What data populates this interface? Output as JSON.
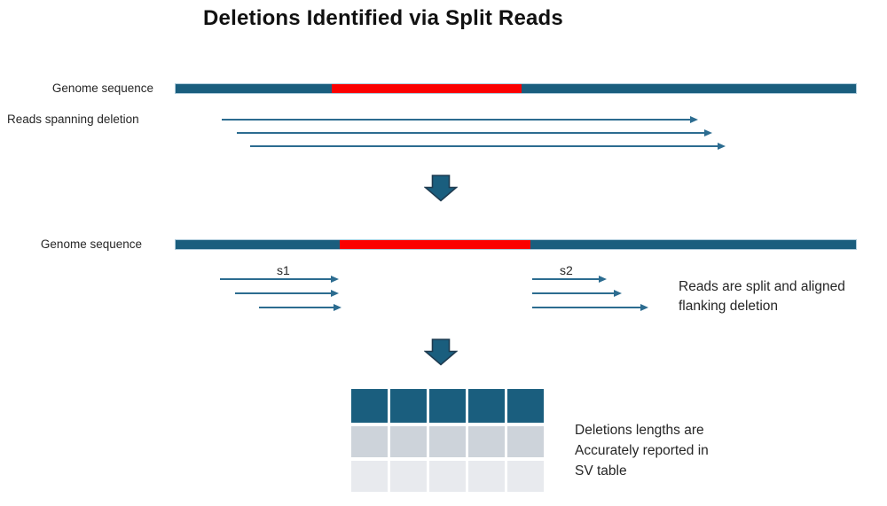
{
  "title": "Deletions Identified via Split Reads",
  "colors": {
    "teal": "#1A5E7E",
    "red": "#FB0000",
    "arrow": "#2C6C90",
    "block_arrow_outline": "#1F3B50",
    "bar_border": "#AECBDB",
    "table_row2": "#CDD3DA",
    "table_row3": "#E8EAEE",
    "text": "#262626",
    "title_color": "#111111"
  },
  "stage1": {
    "genome_label": "Genome sequence",
    "reads_label": "Reads spanning deletion",
    "read_count": 3
  },
  "stage2": {
    "genome_label": "Genome sequence",
    "s1_label": "s1",
    "s2_label": "s2",
    "note_lines": [
      "Reads are split and aligned",
      "flanking deletion"
    ]
  },
  "stage3": {
    "note_lines": [
      "Deletions lengths are",
      "Accurately reported in",
      "SV table"
    ],
    "table_rows": 3,
    "table_columns": 5
  }
}
